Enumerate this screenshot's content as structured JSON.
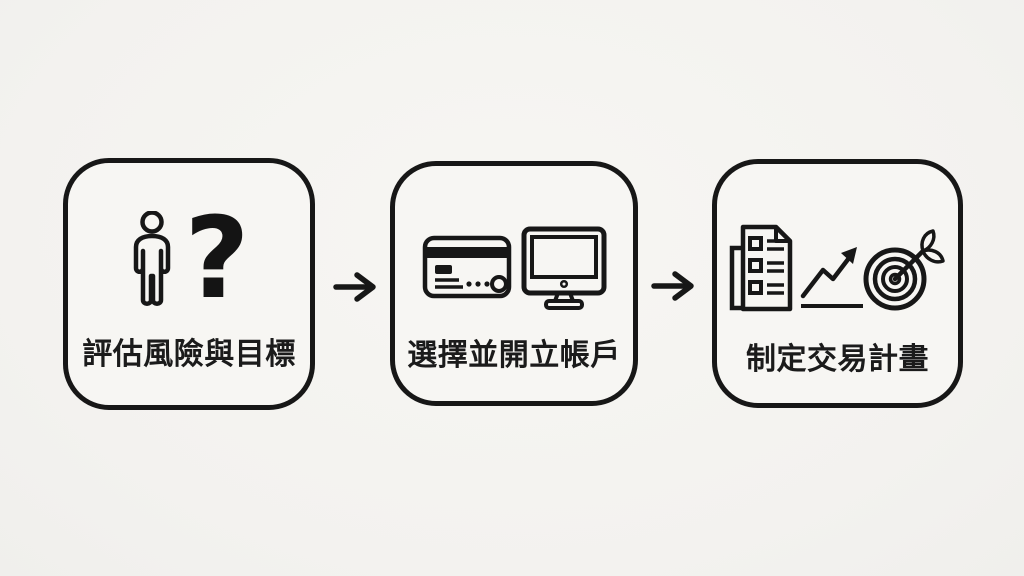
{
  "canvas": {
    "background_color": "#f4f3f0",
    "box_background_color": "#f7f6f3",
    "line_color": "#171717",
    "text_color": "#1b1b1b"
  },
  "flow": {
    "direction": "left-to-right",
    "steps": [
      {
        "id": "assess-risk-and-goals",
        "label": "評估風險與目標",
        "question_mark": "?",
        "icons": [
          "person-icon",
          "question-mark-icon"
        ]
      },
      {
        "id": "choose-and-open-account",
        "label": "選擇並開立帳戶",
        "icons": [
          "credit-card-icon",
          "computer-monitor-icon"
        ]
      },
      {
        "id": "create-trading-plan",
        "label": "制定交易計畫",
        "icons": [
          "checklist-document-icon",
          "growth-chart-icon",
          "target-dart-icon"
        ]
      }
    ],
    "arrows": [
      {
        "glyph": "→",
        "from": "assess-risk-and-goals",
        "to": "choose-and-open-account"
      },
      {
        "glyph": "→",
        "from": "choose-and-open-account",
        "to": "create-trading-plan"
      }
    ]
  }
}
